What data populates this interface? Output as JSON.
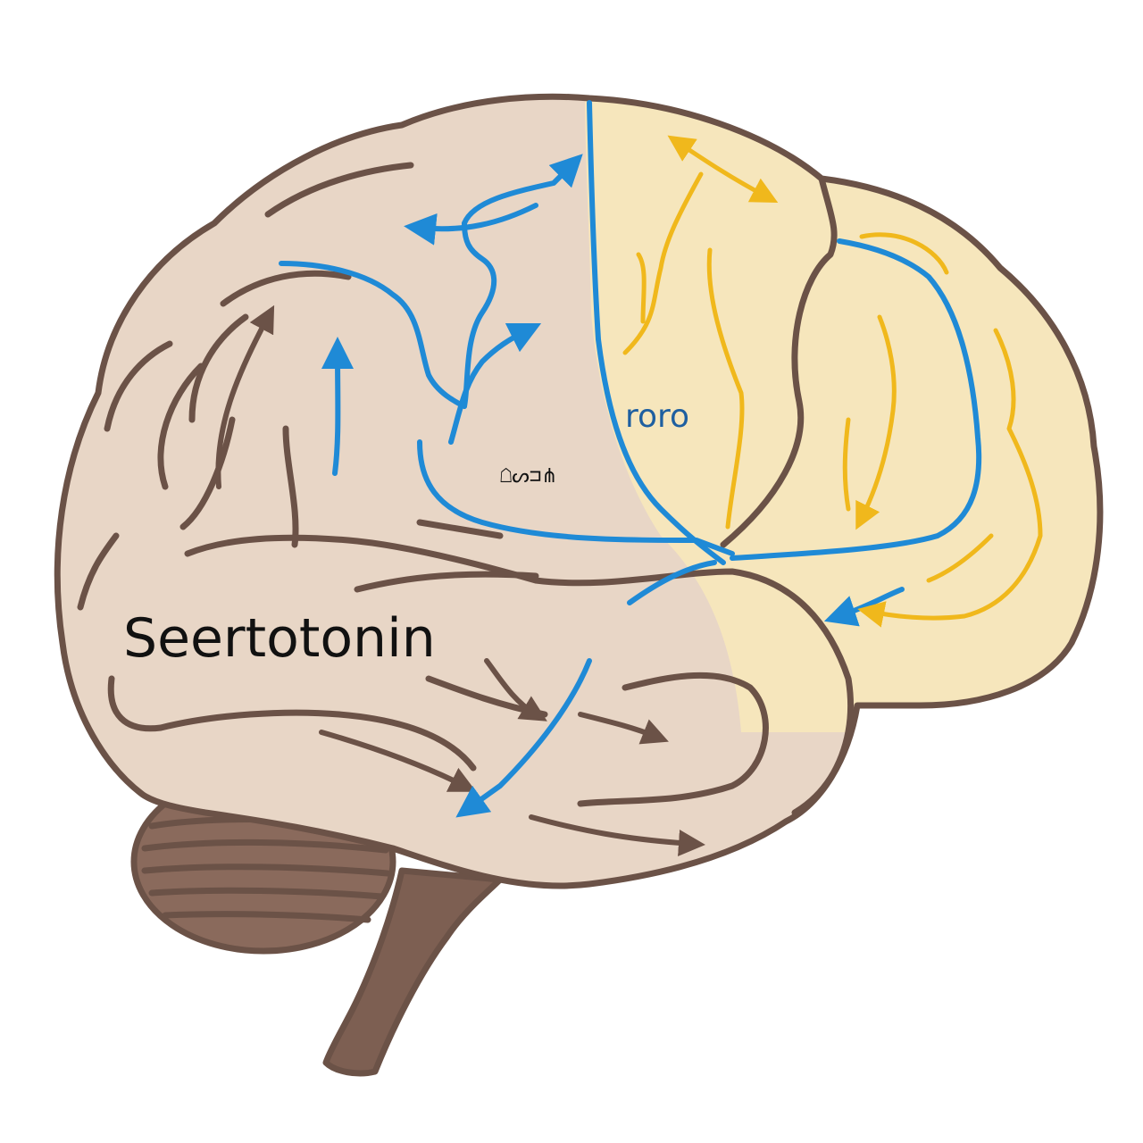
{
  "labels": {
    "main": "Seertotonin",
    "frontal": "roro",
    "mid": "☖ᔕ⊐⋔"
  },
  "colors": {
    "cortex": "#e8d6c6",
    "frontal_lobe": "#f6e6bc",
    "outline": "#6b5247",
    "cerebellum": "#8a6a5c",
    "brainstem": "#7d5f52",
    "pathway_blue": "#1f8ad6",
    "pathway_yellow": "#f0b81c",
    "label_blue": "#1e5fa0"
  }
}
